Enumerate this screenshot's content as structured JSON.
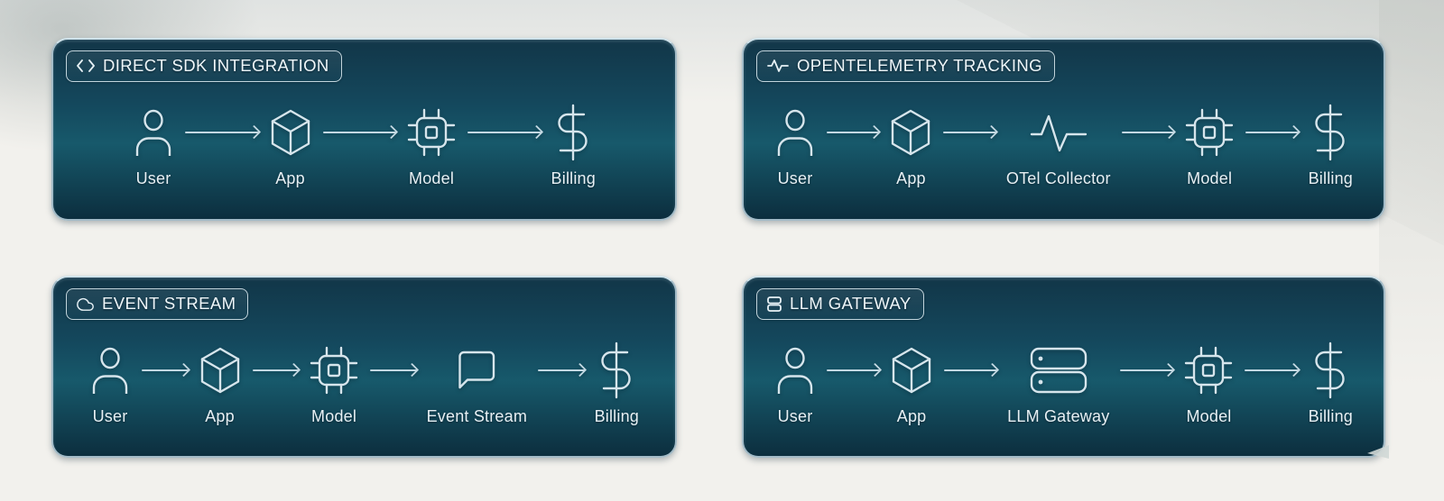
{
  "colors": {
    "page_background": "#f2f1ed",
    "panel_gradient_top": "#123648",
    "panel_gradient_mid": "#17596b",
    "panel_gradient_bottom": "#0c2e3e",
    "panel_border": "#a3bbc7",
    "icon_stroke": "#d6e5ec",
    "arrow": "#c3d8e2",
    "label_text": "#e7f0f4",
    "title_text": "#eef6f9"
  },
  "panels": [
    {
      "id": "direct-sdk-integration",
      "title": "DIRECT SDK INTEGRATION",
      "title_icon": "code-icon",
      "nodes": [
        {
          "label": "User",
          "icon": "user-icon"
        },
        {
          "label": "App",
          "icon": "package-icon"
        },
        {
          "label": "Model",
          "icon": "chip-icon"
        },
        {
          "label": "Billing",
          "icon": "dollar-icon"
        }
      ]
    },
    {
      "id": "opentelemetry-tracking",
      "title": "OPENTELEMETRY TRACKING",
      "title_icon": "pulse-icon",
      "nodes": [
        {
          "label": "User",
          "icon": "user-icon"
        },
        {
          "label": "App",
          "icon": "package-icon"
        },
        {
          "label": "OTel Collector",
          "icon": "pulse-icon"
        },
        {
          "label": "Model",
          "icon": "chip-icon"
        },
        {
          "label": "Billing",
          "icon": "dollar-icon"
        }
      ]
    },
    {
      "id": "event-stream",
      "title": "EVENT STREAM",
      "title_icon": "cloud-icon",
      "nodes": [
        {
          "label": "User",
          "icon": "user-icon"
        },
        {
          "label": "App",
          "icon": "package-icon"
        },
        {
          "label": "Model",
          "icon": "chip-icon"
        },
        {
          "label": "Event Stream",
          "icon": "chat-bubble-icon"
        },
        {
          "label": "Billing",
          "icon": "dollar-icon"
        }
      ]
    },
    {
      "id": "llm-gateway",
      "title": "LLM GATEWAY",
      "title_icon": "server-stack-icon",
      "nodes": [
        {
          "label": "User",
          "icon": "user-icon"
        },
        {
          "label": "App",
          "icon": "package-icon"
        },
        {
          "label": "LLM Gateway",
          "icon": "server-stack-icon"
        },
        {
          "label": "Model",
          "icon": "chip-icon"
        },
        {
          "label": "Billing",
          "icon": "dollar-icon"
        }
      ]
    }
  ]
}
